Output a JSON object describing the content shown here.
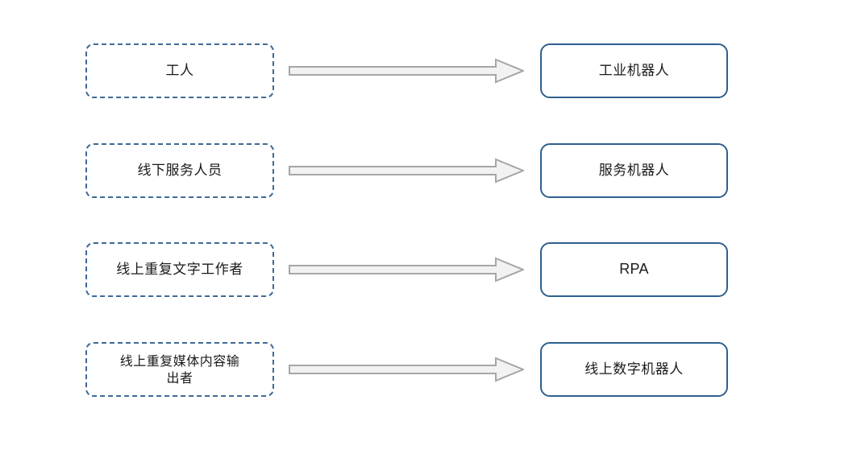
{
  "diagram": {
    "type": "mapping-diagram",
    "background_color": "#ffffff",
    "source_box_style": {
      "border": "dashed",
      "border_color": "#3D6A96"
    },
    "target_box_style": {
      "border": "solid",
      "border_color": "#2E5F8E"
    },
    "arrow": {
      "name": "block-arrow-right",
      "fill_color": "#F2F2F2",
      "stroke_color": "#A6A6A6",
      "direction": "right"
    },
    "rows": [
      {
        "source": "工人",
        "target": "工业机器人",
        "arrow_label": ""
      },
      {
        "source": "线下服务人员",
        "target": "服务机器人",
        "arrow_label": ""
      },
      {
        "source": "线上重复文字工作者",
        "target": "RPA",
        "arrow_label": ""
      },
      {
        "source": "线上重复媒体内容输\n出者",
        "target": "线上数字机器人",
        "arrow_label": ""
      }
    ]
  }
}
